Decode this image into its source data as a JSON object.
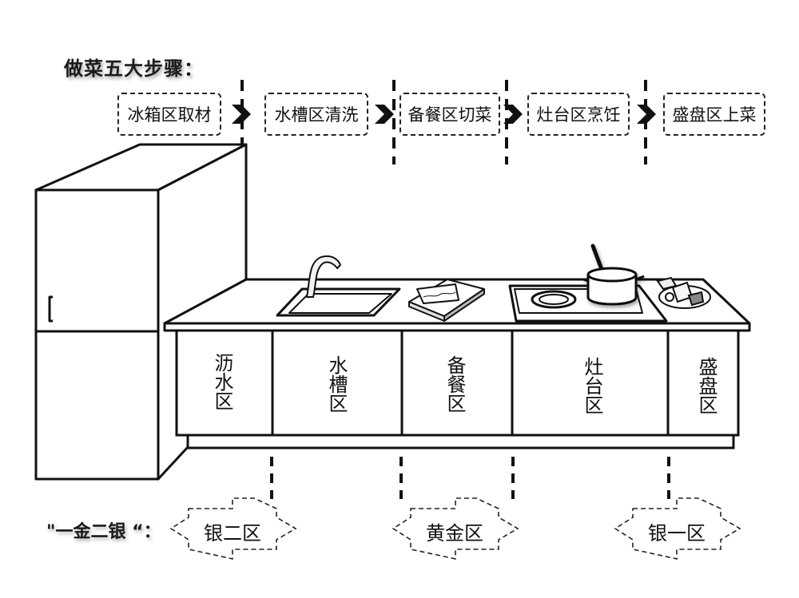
{
  "title": "做菜五大步骤：",
  "steps": [
    {
      "label": "冰箱区取材"
    },
    {
      "label": "水槽区清洗"
    },
    {
      "label": "备餐区切菜"
    },
    {
      "label": "灶台区烹饪"
    },
    {
      "label": "盛盘区上菜"
    }
  ],
  "step_arrow_icon": "chevron-right-icon",
  "cabinets": [
    {
      "label": "沥水区"
    },
    {
      "label": "水槽区"
    },
    {
      "label": "备餐区"
    },
    {
      "label": "灶台区"
    },
    {
      "label": "盛盘区"
    }
  ],
  "counter_items": [
    "faucet-sink",
    "cutting-board",
    "gas-stove",
    "pot-with-ladle",
    "food-plate"
  ],
  "legend": {
    "lead": "\"一金二银 “：",
    "zones": [
      {
        "label": "银二区"
      },
      {
        "label": "黄金区"
      },
      {
        "label": "银一区"
      }
    ]
  }
}
